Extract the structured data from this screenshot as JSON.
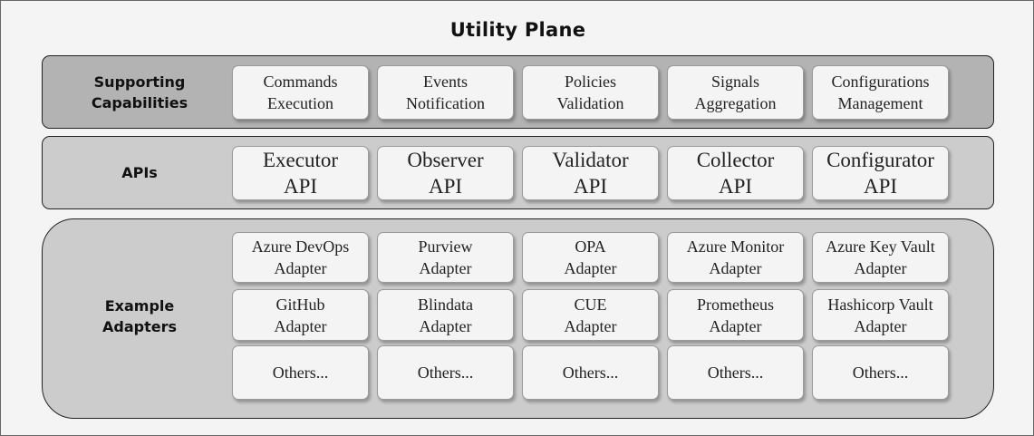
{
  "title": "Utility Plane",
  "supporting": {
    "label": [
      "Supporting",
      "Capabilities"
    ],
    "items": [
      [
        "Commands",
        "Execution"
      ],
      [
        "Events",
        "Notification"
      ],
      [
        "Policies",
        "Validation"
      ],
      [
        "Signals",
        "Aggregation"
      ],
      [
        "Configurations",
        "Management"
      ]
    ]
  },
  "apis": {
    "label": [
      "APIs"
    ],
    "items": [
      [
        "Executor",
        "API"
      ],
      [
        "Observer",
        "API"
      ],
      [
        "Validator",
        "API"
      ],
      [
        "Collector",
        "API"
      ],
      [
        "Configurator",
        "API"
      ]
    ]
  },
  "adapters": {
    "label": [
      "Example",
      "Adapters"
    ],
    "rows": [
      [
        [
          "Azure DevOps",
          "Adapter"
        ],
        [
          "Purview",
          "Adapter"
        ],
        [
          "OPA",
          "Adapter"
        ],
        [
          "Azure Monitor",
          "Adapter"
        ],
        [
          "Azure Key Vault",
          "Adapter"
        ]
      ],
      [
        [
          "GitHub",
          "Adapter"
        ],
        [
          "Blindata",
          "Adapter"
        ],
        [
          "CUE",
          "Adapter"
        ],
        [
          "Prometheus",
          "Adapter"
        ],
        [
          "Hashicorp Vault",
          "Adapter"
        ]
      ],
      [
        [
          "Others..."
        ],
        [
          "Others..."
        ],
        [
          "Others..."
        ],
        [
          "Others..."
        ],
        [
          "Others..."
        ]
      ]
    ]
  },
  "colors": {
    "canvas_bg": "#f4f4f4",
    "supporting_band": "#b3b3b3",
    "apis_band": "#cccccc",
    "adapters_band": "#cccccc",
    "box_fill": "#f4f4f4"
  }
}
